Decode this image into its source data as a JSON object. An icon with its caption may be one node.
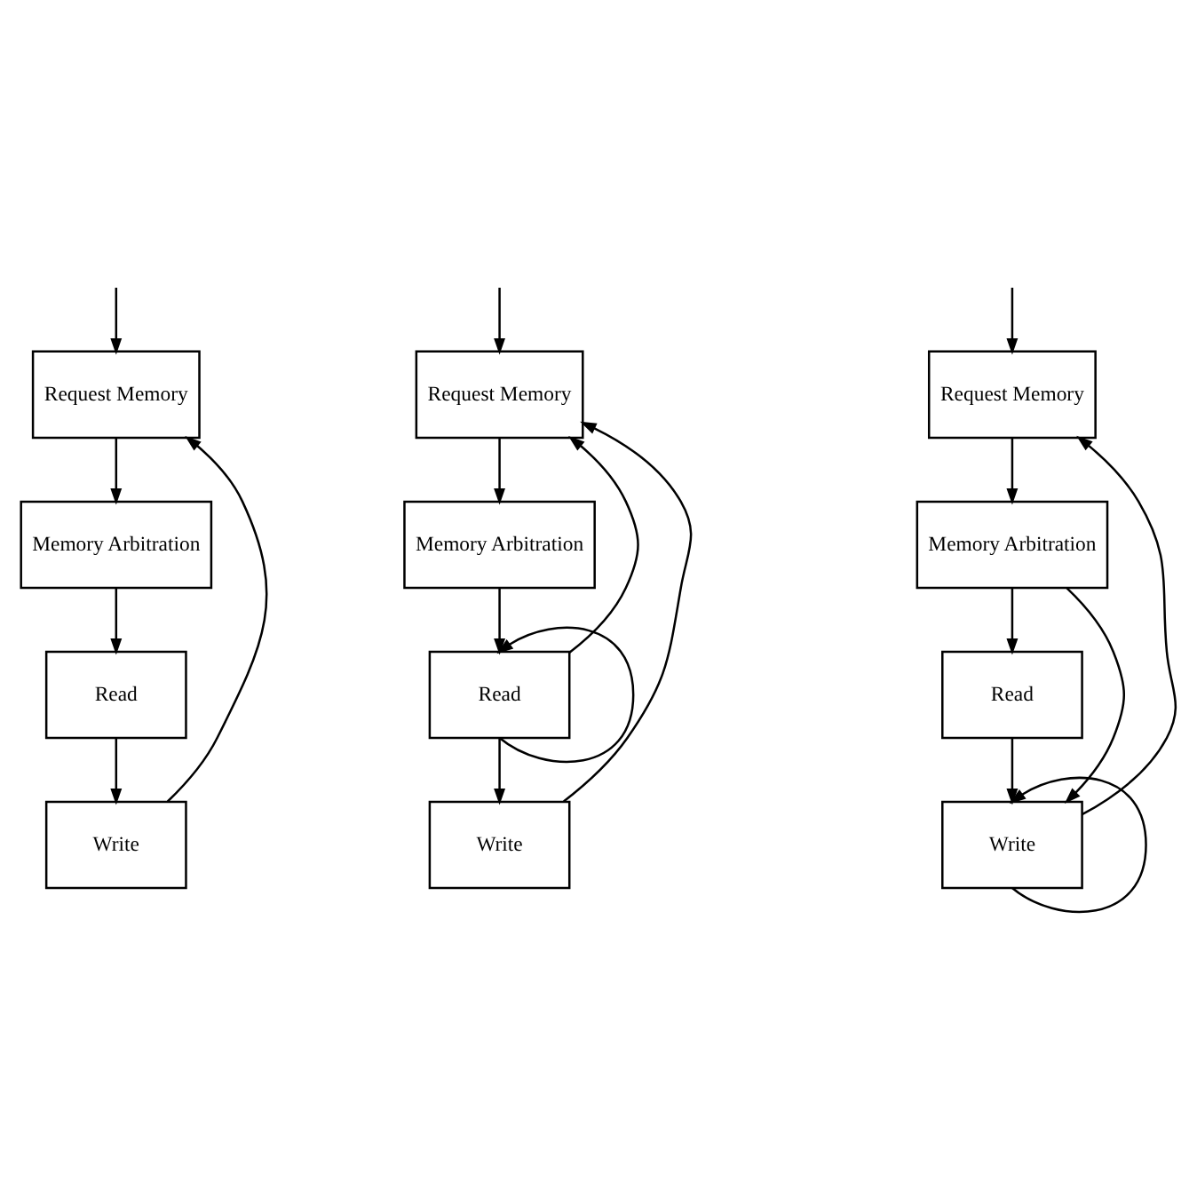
{
  "diagram": {
    "nodes": [
      {
        "text": [
          "Request Memory"
        ]
      },
      {
        "text": [
          "Memory Arbitration"
        ]
      },
      {
        "text": [
          "Read"
        ]
      },
      {
        "text": [
          "Write"
        ]
      },
      {
        "text": [
          "Request Memory"
        ]
      },
      {
        "text": [
          "Memory Arbitration"
        ]
      },
      {
        "text": [
          "Read"
        ]
      },
      {
        "text": [
          "Write"
        ]
      },
      {
        "text": [
          "Request Memory"
        ]
      },
      {
        "text": [
          "Memory Arbitration"
        ]
      },
      {
        "text": [
          "Read"
        ]
      },
      {
        "text": [
          "Write"
        ]
      }
    ],
    "edges": [
      {
        "from": null,
        "to": 0,
        "arrow": "to"
      },
      {
        "from": 0,
        "to": 1,
        "arrow": "to"
      },
      {
        "from": 1,
        "to": 2,
        "arrow": "to"
      },
      {
        "from": 2,
        "to": 3,
        "arrow": "to"
      },
      {
        "from": 3,
        "to": 0,
        "arrow": "to"
      },
      {
        "from": null,
        "to": 4,
        "arrow": "to"
      },
      {
        "from": 4,
        "to": 5,
        "arrow": "to"
      },
      {
        "from": 5,
        "to": 6,
        "arrow": "to"
      },
      {
        "from": 6,
        "to": 7,
        "arrow": "to"
      },
      {
        "from": 6,
        "to": 6,
        "arrow": "to"
      },
      {
        "from": 6,
        "to": 4,
        "arrow": "to"
      },
      {
        "from": 7,
        "to": 4,
        "arrow": "to"
      },
      {
        "from": null,
        "to": 8,
        "arrow": "to"
      },
      {
        "from": 8,
        "to": 9,
        "arrow": "to"
      },
      {
        "from": 9,
        "to": 10,
        "arrow": "to"
      },
      {
        "from": 10,
        "to": 11,
        "arrow": "to"
      },
      {
        "from": 9,
        "to": 11,
        "arrow": "to"
      },
      {
        "from": 11,
        "to": 11,
        "arrow": "to"
      },
      {
        "from": 11,
        "to": 8,
        "arrow": "to"
      }
    ]
  }
}
